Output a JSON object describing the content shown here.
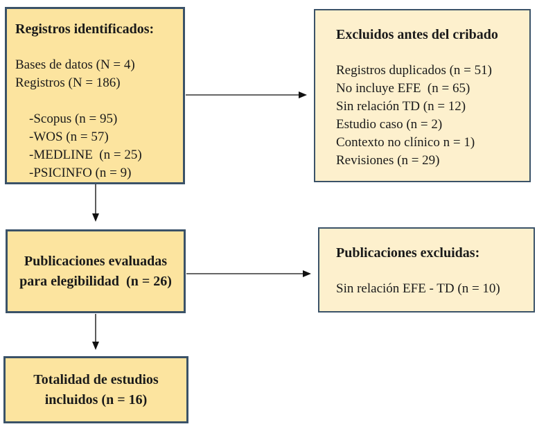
{
  "diagram": {
    "boxes": {
      "identified": {
        "title": "Registros identificados:",
        "lines": [
          "Bases de datos (N = 4)",
          "Registros (N = 186)"
        ],
        "sublines": [
          "-Scopus (n = 95)",
          "-WOS (n = 57)",
          "-MEDLINE  (n = 25)",
          "-PSICINFO (n = 9)"
        ]
      },
      "excluded_before": {
        "title": "Excluidos antes del cribado",
        "lines": [
          "Registros duplicados (n = 51)",
          "No incluye EFE  (n = 65)",
          "Sin relación TD (n = 12)",
          "Estudio caso (n = 2)",
          "Contexto no clínico n = 1)",
          "Revisiones (n = 29)"
        ]
      },
      "assessed": {
        "line1": "Publicaciones evaluadas",
        "line2": "para elegibilidad  (n = 26)"
      },
      "publications_excluded": {
        "title": "Publicaciones excluidas:",
        "lines": [
          "Sin relación EFE - TD (n = 10)"
        ]
      },
      "included": {
        "line1": "Totalidad de estudios",
        "line2": "incluidos (n = 16)"
      }
    },
    "colors": {
      "left_fill": "#fce49f",
      "right_fill": "#fdf0cd",
      "border": "#3a5268",
      "arrow": "#333333",
      "text": "#1a1a1a"
    }
  }
}
